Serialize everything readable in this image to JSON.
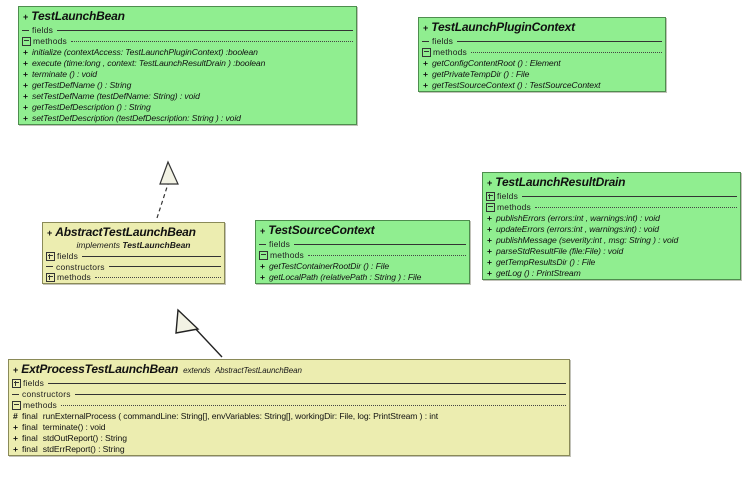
{
  "diagram": {
    "title": "UML Class Diagram",
    "colors": {
      "interface_fill": "#90ee90",
      "class_fill": "#ecedb0",
      "border": "#4e8d4e",
      "class_border": "#8a8a58",
      "text": "#111111"
    },
    "section_labels": {
      "fields": "fields",
      "constructors": "constructors",
      "methods": "methods"
    }
  },
  "classes": {
    "test_launch_bean": {
      "visibility": "+",
      "name": "TestLaunchBean",
      "fields": [],
      "methods": [
        {
          "visibility": "+",
          "signature": "initialize (contextAccess: TestLaunchPluginContext) :boolean"
        },
        {
          "visibility": "+",
          "signature": "execute (time:long ,  context: TestLaunchResultDrain ) :boolean"
        },
        {
          "visibility": "+",
          "signature": "terminate () : void"
        },
        {
          "visibility": "+",
          "signature": "getTestDefName () : String"
        },
        {
          "visibility": "+",
          "signature": "setTestDefName (testDefName: String) : void"
        },
        {
          "visibility": "+",
          "signature": "getTestDefDescription () : String"
        },
        {
          "visibility": "+",
          "signature": "setTestDefDescription (testDefDescription: String ) : void"
        }
      ]
    },
    "test_launch_plugin_context": {
      "visibility": "+",
      "name": "TestLaunchPluginContext",
      "fields": [],
      "methods": [
        {
          "visibility": "+",
          "signature": "getConfigContentRoot () : Element"
        },
        {
          "visibility": "+",
          "signature": "getPrivateTempDir () : File"
        },
        {
          "visibility": "+",
          "signature": "getTestSourceContext () : TestSourceContext"
        }
      ]
    },
    "test_launch_result_drain": {
      "visibility": "+",
      "name": "TestLaunchResultDrain",
      "fields": [],
      "methods": [
        {
          "visibility": "+",
          "signature": "publishErrors (errors:int ,  warnings:int) : void"
        },
        {
          "visibility": "+",
          "signature": "updateErrors (errors:int ,  warnings:int) : void"
        },
        {
          "visibility": "+",
          "signature": "publishMessage (severity:int ,  msg: String ) : void"
        },
        {
          "visibility": "+",
          "signature": "parseStdResultFile (file:File) : void"
        },
        {
          "visibility": "+",
          "signature": "getTempResultsDir () : File"
        },
        {
          "visibility": "+",
          "signature": "getLog () : PrintStream"
        }
      ]
    },
    "abstract_test_launch_bean": {
      "visibility": "+",
      "name": "AbstractTestLaunchBean",
      "stereotype_keyword": "implements",
      "stereotype_target": "TestLaunchBean",
      "fields": [],
      "constructors": [],
      "methods": []
    },
    "test_source_context": {
      "visibility": "+",
      "name": "TestSourceContext",
      "fields": [],
      "methods": [
        {
          "visibility": "+",
          "signature": "getTestContainerRootDir () : File"
        },
        {
          "visibility": "+",
          "signature": "getLocalPath (relativePath : String ) : File"
        }
      ]
    },
    "ext_process_test_launch_bean": {
      "visibility": "+",
      "name": "ExtProcessTestLaunchBean",
      "stereotype_keyword": "extends",
      "stereotype_target": "AbstractTestLaunchBean",
      "fields": [],
      "constructors": [],
      "methods": [
        {
          "visibility": "#",
          "modifier": "final",
          "signature": "runExternalProcess ( commandLine: String[],  envVariables: String[],  workingDir: File,  log: PrintStream ) : int"
        },
        {
          "visibility": "+",
          "modifier": "final",
          "signature": "terminate() : void"
        },
        {
          "visibility": "+",
          "modifier": "final",
          "signature": "stdOutReport() : String"
        },
        {
          "visibility": "+",
          "modifier": "final",
          "signature": "stdErrReport() : String"
        }
      ]
    }
  },
  "relationships": [
    {
      "type": "realization",
      "from": "abstract_test_launch_bean",
      "to": "test_launch_bean",
      "line": "dashed",
      "arrowhead": "hollow-triangle"
    },
    {
      "type": "generalization",
      "from": "ext_process_test_launch_bean",
      "to": "abstract_test_launch_bean",
      "line": "solid",
      "arrowhead": "hollow-triangle"
    }
  ]
}
